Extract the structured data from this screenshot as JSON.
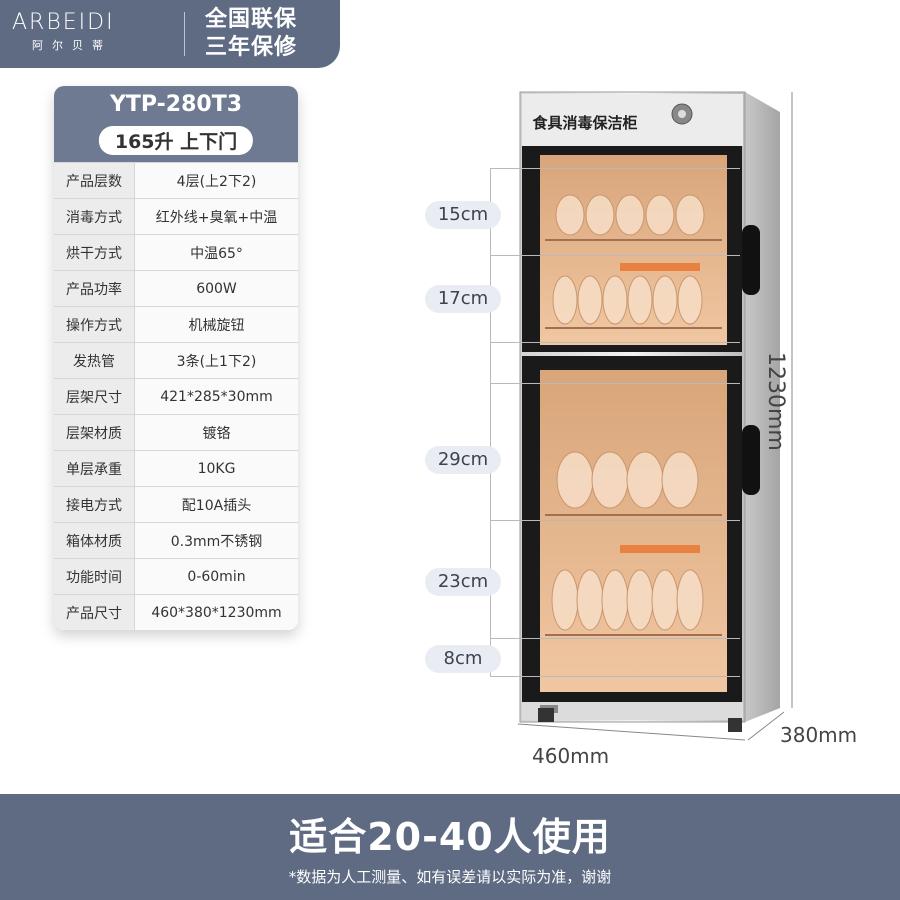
{
  "header": {
    "brand": "ARBEIDI",
    "brand_cn": "阿尔贝蒂",
    "guarantee_line1": "全国联保",
    "guarantee_line2": "三年保修"
  },
  "specs": {
    "model": "YTP-280T3",
    "capacity": "165升 上下门",
    "rows": [
      {
        "label": "产品层数",
        "value": "4层(上2下2)"
      },
      {
        "label": "消毒方式",
        "value": "红外线+臭氧+中温"
      },
      {
        "label": "烘干方式",
        "value": "中温65°"
      },
      {
        "label": "产品功率",
        "value": "600W"
      },
      {
        "label": "操作方式",
        "value": "机械旋钮"
      },
      {
        "label": "发热管",
        "value": "3条(上1下2)"
      },
      {
        "label": "层架尺寸",
        "value": "421*285*30mm"
      },
      {
        "label": "层架材质",
        "value": "镀铬"
      },
      {
        "label": "单层承重",
        "value": "10KG"
      },
      {
        "label": "接电方式",
        "value": "配10A插头"
      },
      {
        "label": "箱体材质",
        "value": "0.3mm不锈钢"
      },
      {
        "label": "功能时间",
        "value": "0-60min"
      },
      {
        "label": "产品尺寸",
        "value": "460*380*1230mm"
      }
    ]
  },
  "cabinet": {
    "panel_text": "食具消毒保洁柜",
    "shelf_dims": [
      "15cm",
      "17cm",
      "29cm",
      "23cm",
      "8cm"
    ],
    "height": "1230mm",
    "width": "460mm",
    "depth": "380mm"
  },
  "footer": {
    "slogan": "适合20-40人使用",
    "disclaimer": "*数据为人工测量、如有误差请以实际为准，谢谢"
  },
  "colors": {
    "header_bg": "#5e6b83",
    "table_head_bg": "#6e7a92",
    "glass_tint": "#e8b48a"
  }
}
